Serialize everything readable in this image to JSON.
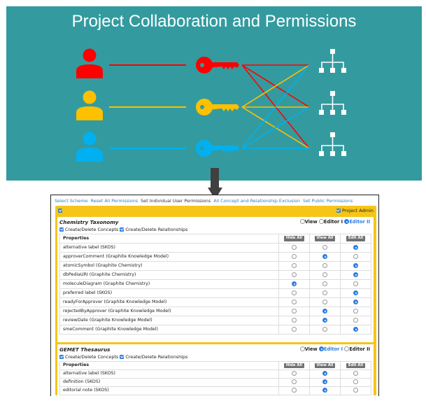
{
  "banner": {
    "title": "Project Collaboration and Permissions",
    "colors": {
      "background": "#339b9f",
      "users": [
        "#ff0000",
        "#ffc000",
        "#00b0f0"
      ],
      "hierarchy": "#ffffff"
    },
    "icons": [
      "user-icon",
      "key-icon",
      "hierarchy-icon"
    ]
  },
  "tabs": [
    {
      "label": "Select Scheme",
      "active": false
    },
    {
      "label": "Reset All Permissions",
      "active": false
    },
    {
      "label": "Set Individual User Permissions",
      "active": true
    },
    {
      "label": "All Concept and Relationship Exclusion",
      "active": false
    },
    {
      "label": "Set Public Permissions",
      "active": false
    }
  ],
  "project_admin_label": "Project Admin",
  "columns": {
    "properties": "Properties",
    "hide_all": "Hide All",
    "view_all": "View All",
    "edit_all": "Edit All"
  },
  "roles": [
    "View",
    "Editor I",
    "Editor II"
  ],
  "perm_labels": [
    "Create/Delete Concepts",
    "Create/Delete Relationships"
  ],
  "schemes": [
    {
      "title": "Chemistry Taxonomy",
      "role": 2,
      "rows": [
        {
          "label": "alternative label (SKOS)",
          "sel": 2
        },
        {
          "label": "approverComment (Graphite Knowledge Model)",
          "sel": 1
        },
        {
          "label": "atomicSymbol (Graphite Chemistry)",
          "sel": 2
        },
        {
          "label": "dbPediaURI (Graphite Chemistry)",
          "sel": 2
        },
        {
          "label": "moleculeDiagram (Graphite Chemistry)",
          "sel": 0
        },
        {
          "label": "preferred label (SKOS)",
          "sel": 2
        },
        {
          "label": "readyForApprover (Graphite Knowledge Model)",
          "sel": 2
        },
        {
          "label": "rejectedByApprover (Graphite Knowledge Model)",
          "sel": 1
        },
        {
          "label": "reviewDate (Graphite Knowledge Model)",
          "sel": 1
        },
        {
          "label": "smeComment (Graphite Knowledge Model)",
          "sel": 2
        }
      ]
    },
    {
      "title": "GEMET Thesaurus",
      "role": 1,
      "rows": [
        {
          "label": "alternative label (SKOS)",
          "sel": 1
        },
        {
          "label": "definition (SKOS)",
          "sel": 1
        },
        {
          "label": "editorial note (SKOS)",
          "sel": 1
        }
      ]
    }
  ]
}
